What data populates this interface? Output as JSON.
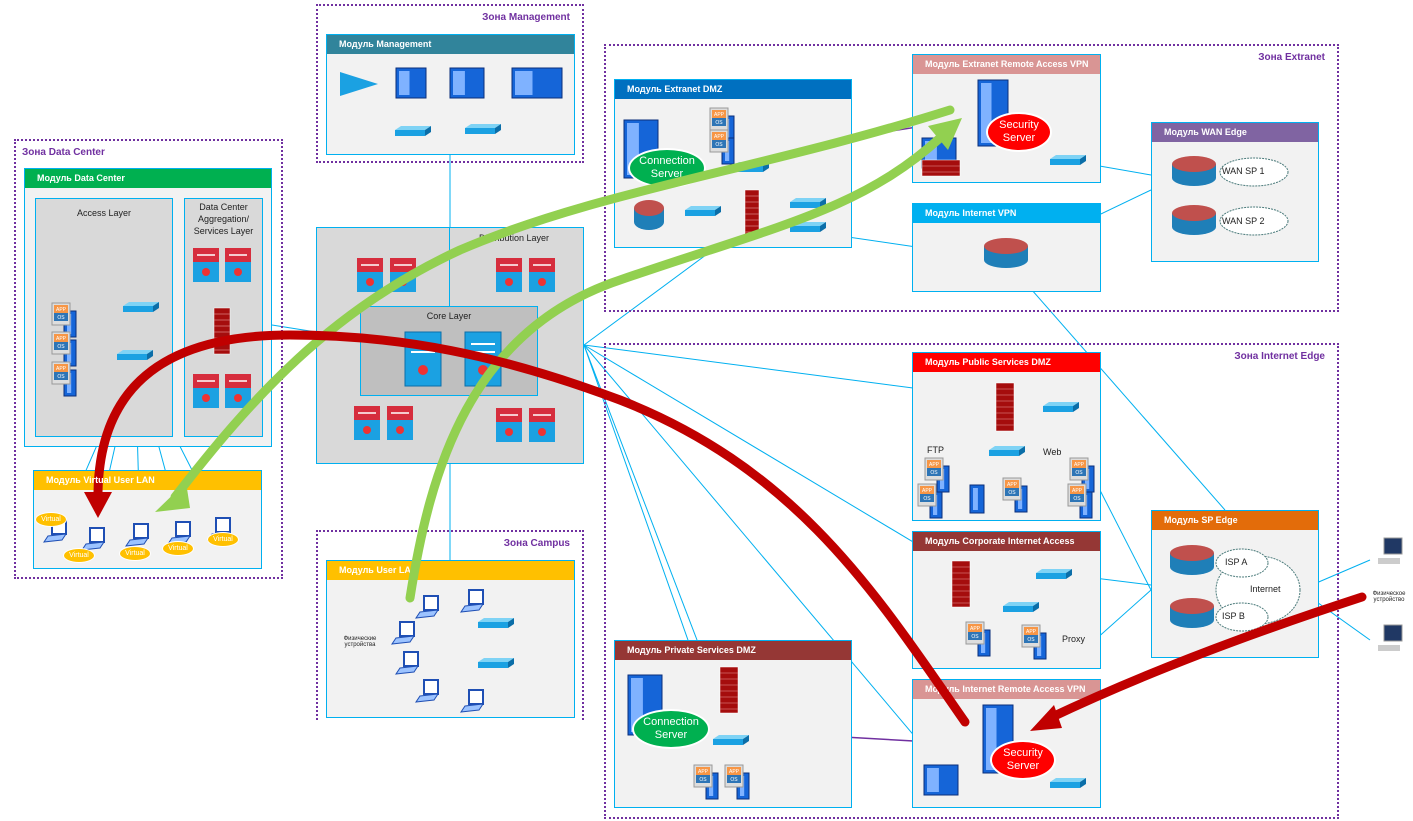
{
  "colors": {
    "zone": "#7030a0",
    "link": "#00b0f0",
    "green_flow": "#92d050",
    "red_flow": "#c00000"
  },
  "zones": {
    "management": "Зона Management",
    "data_center": "Зона Data Center",
    "campus": "Зона Campus",
    "extranet": "Зона Extranet",
    "internet_edge": "Зона Internet Edge"
  },
  "modules": {
    "management": {
      "title": "Модуль Management",
      "color": "#31849b"
    },
    "data_center": {
      "title": "Модуль Data Center",
      "color": "#00b050"
    },
    "virtual_user_lan": {
      "title": "Модуль Virtual User LAN",
      "color": "#ffc000"
    },
    "user_lan": {
      "title": "Модуль User LAN",
      "color": "#ffc000"
    },
    "extranet_dmz": {
      "title": "Модуль Extranet DMZ",
      "color": "#0070c0"
    },
    "extranet_vpn": {
      "title": "Модуль Extranet Remote Access VPN",
      "color": "#d99594"
    },
    "wan_edge": {
      "title": "Модуль WAN Edge",
      "color": "#8064a2"
    },
    "internet_vpn": {
      "title": "Модуль Internet VPN",
      "color": "#00b0f0"
    },
    "public_dmz": {
      "title": "Модуль Public Services DMZ",
      "color": "#ff0000"
    },
    "corporate_internet": {
      "title": "Модуль Corporate Internet Access",
      "color": "#953735"
    },
    "sp_edge": {
      "title": "Модуль SP Edge",
      "color": "#e36c0a"
    },
    "private_dmz": {
      "title": "Модуль Private Services DMZ",
      "color": "#953735"
    },
    "internet_ravpn": {
      "title": "Модуль Internet Remote Access VPN",
      "color": "#d99594"
    }
  },
  "labels": {
    "access_layer": "Access Layer",
    "aggregation_layer": "Data Center Aggregation/ Services Layer",
    "distribution_layer": "Distribution Layer",
    "core_layer": "Core Layer",
    "connection_server": "Connection Server",
    "security_server": "Security Server",
    "wan_sp1": "WAN SP 1",
    "wan_sp2": "WAN SP 2",
    "ftp": "FTP",
    "web": "Web",
    "proxy": "Proxy",
    "isp_a": "ISP A",
    "isp_b": "ISP B",
    "internet": "Internet",
    "physical_device": "Физическое устройство",
    "physical_devices": "Физические устройства",
    "virtual": "Virtual",
    "app": "APP",
    "os": "OS"
  }
}
